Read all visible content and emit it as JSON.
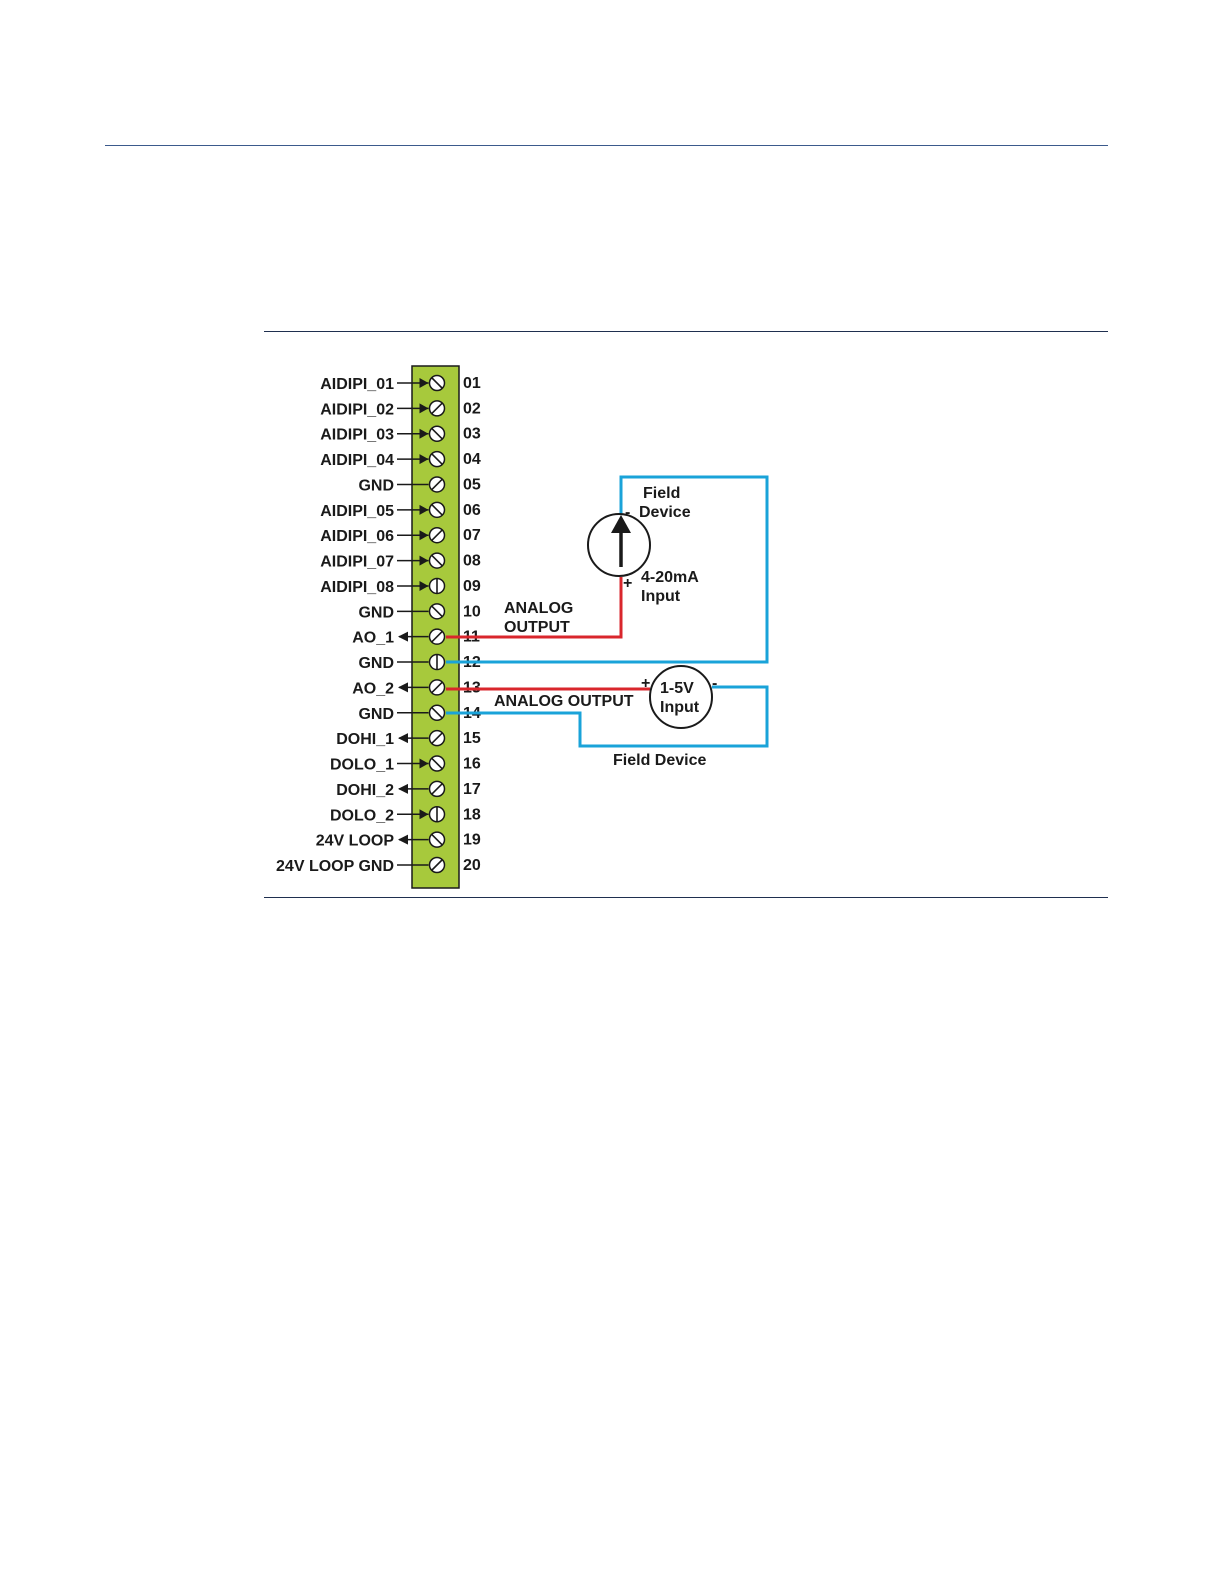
{
  "figure": {
    "terminal_block": {
      "fill_color": "#a7c93c",
      "terminals": [
        {
          "label": "AIDIPI_01",
          "number": "01",
          "arrow": "in",
          "screw": "backslash"
        },
        {
          "label": "AIDIPI_02",
          "number": "02",
          "arrow": "in",
          "screw": "slash"
        },
        {
          "label": "AIDIPI_03",
          "number": "03",
          "arrow": "in",
          "screw": "backslash"
        },
        {
          "label": "AIDIPI_04",
          "number": "04",
          "arrow": "in",
          "screw": "backslash"
        },
        {
          "label": "GND",
          "number": "05",
          "arrow": "none",
          "screw": "slash"
        },
        {
          "label": "AIDIPI_05",
          "number": "06",
          "arrow": "in",
          "screw": "backslash"
        },
        {
          "label": "AIDIPI_06",
          "number": "07",
          "arrow": "in",
          "screw": "slash"
        },
        {
          "label": "AIDIPI_07",
          "number": "08",
          "arrow": "in",
          "screw": "backslash"
        },
        {
          "label": "AIDIPI_08",
          "number": "09",
          "arrow": "in",
          "screw": "vertical"
        },
        {
          "label": "GND",
          "number": "10",
          "arrow": "none",
          "screw": "backslash"
        },
        {
          "label": "AO_1",
          "number": "11",
          "arrow": "out",
          "screw": "slash"
        },
        {
          "label": "GND",
          "number": "12",
          "arrow": "none",
          "screw": "vertical"
        },
        {
          "label": "AO_2",
          "number": "13",
          "arrow": "out",
          "screw": "slash"
        },
        {
          "label": "GND",
          "number": "14",
          "arrow": "none",
          "screw": "backslash"
        },
        {
          "label": "DOHI_1",
          "number": "15",
          "arrow": "out",
          "screw": "slash"
        },
        {
          "label": "DOLO_1",
          "number": "16",
          "arrow": "in",
          "screw": "backslash"
        },
        {
          "label": "DOHI_2",
          "number": "17",
          "arrow": "out",
          "screw": "slash"
        },
        {
          "label": "DOLO_2",
          "number": "18",
          "arrow": "in",
          "screw": "vertical"
        },
        {
          "label": "24V LOOP",
          "number": "19",
          "arrow": "out",
          "screw": "backslash"
        },
        {
          "label": "24V LOOP GND",
          "number": "20",
          "arrow": "none",
          "screw": "slash"
        }
      ]
    },
    "wire_colors": {
      "positive": "#d9262c",
      "negative": "#1aa3d9"
    },
    "analog_output_1": {
      "line1": "ANALOG",
      "line2": "OUTPUT"
    },
    "analog_output_2": {
      "label": "ANALOG OUTPUT"
    },
    "current_device": {
      "title_line1": "Field",
      "title_line2": "Device",
      "minus": "-",
      "plus": "+",
      "input_line1": "4-20mA",
      "input_line2": "Input"
    },
    "voltage_device": {
      "plus": "+",
      "minus": "-",
      "line1": "1-5V",
      "line2": "Input",
      "caption": "Field Device"
    }
  }
}
